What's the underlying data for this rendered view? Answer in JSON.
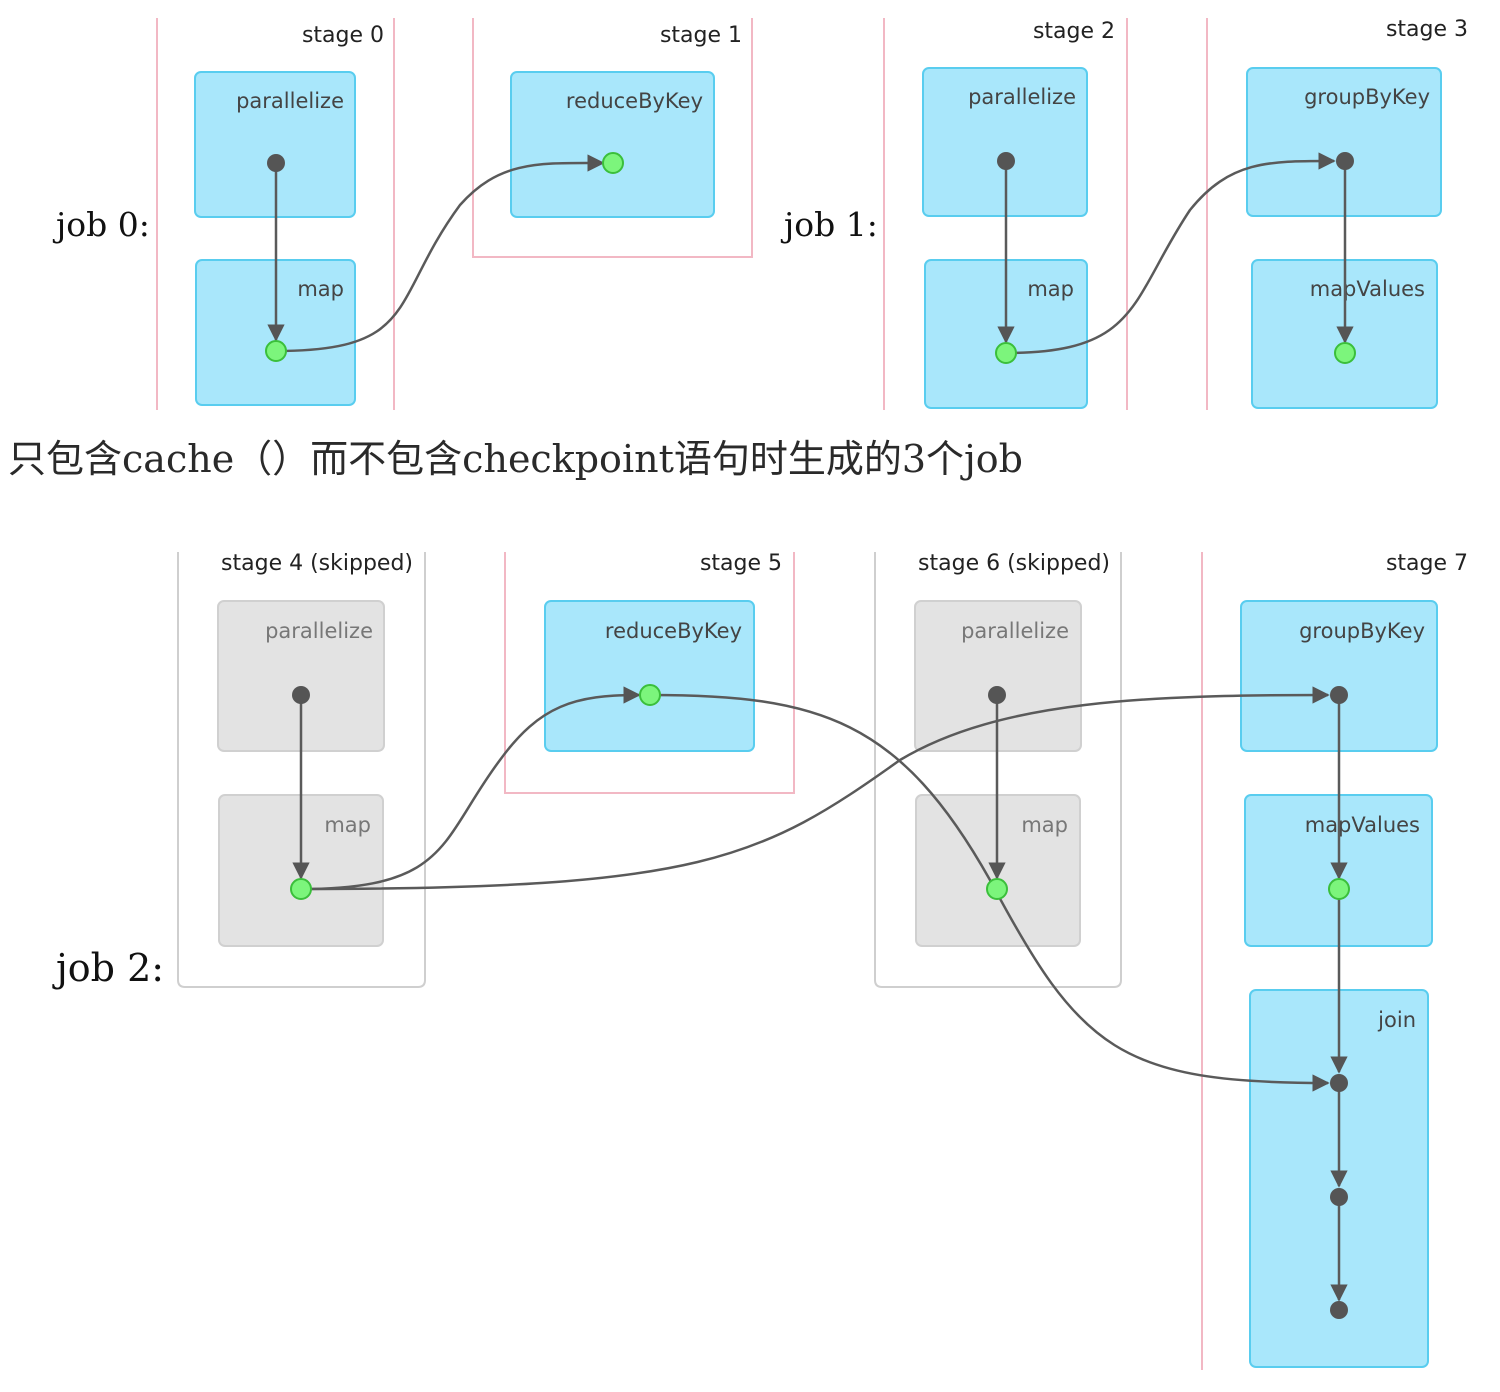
{
  "caption": "只包含cache（）而不包含checkpoint语句时生成的3个job",
  "job0": {
    "label": "job 0:",
    "stages": [
      "stage 0",
      "stage 1"
    ],
    "ops": [
      "parallelize",
      "map",
      "reduceByKey"
    ]
  },
  "job1": {
    "label": "job 1:",
    "stages": [
      "stage 2",
      "stage 3"
    ],
    "ops": [
      "parallelize",
      "map",
      "groupByKey",
      "mapValues"
    ]
  },
  "job2": {
    "label": "job 2:",
    "stages": [
      "stage 4 (skipped)",
      "stage 5",
      "stage 6 (skipped)",
      "stage 7"
    ],
    "ops": [
      "parallelize",
      "map",
      "reduceByKey",
      "parallelize",
      "map",
      "groupByKey",
      "mapValues",
      "join"
    ]
  },
  "colors": {
    "active_box_fill": "#a9e7fb",
    "active_box_stroke": "#59cdef",
    "skipped_box_fill": "#e3e3e3",
    "skipped_box_stroke": "#d0d0d0",
    "stage_border_pink": "#f2b8c4",
    "stage_border_gray": "#cfcfcf",
    "edge": "#5a5a5a",
    "cached_node": "#7cf57c",
    "node": "#555555"
  }
}
